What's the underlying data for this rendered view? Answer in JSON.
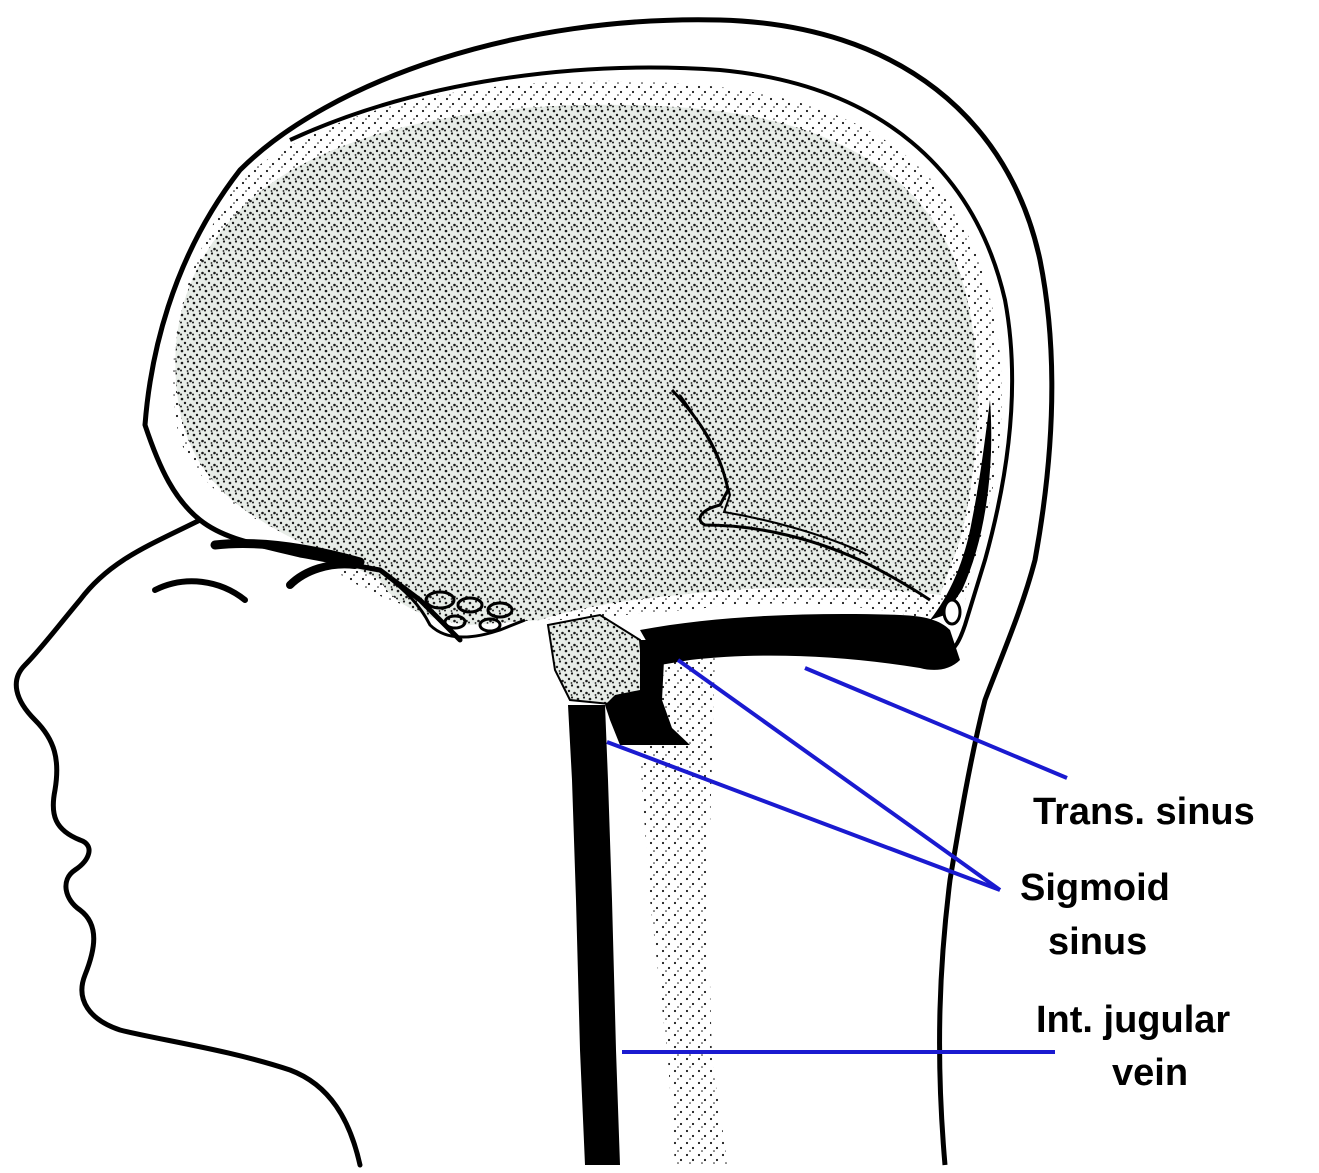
{
  "labels": {
    "trans_sinus": "Trans. sinus",
    "sigmoid_line1": "Sigmoid",
    "sigmoid_line2": "sinus",
    "jugular_line1": "Int. jugular",
    "jugular_line2": "vein"
  },
  "colors": {
    "outline": "#000000",
    "leader_line": "#1a1ad0",
    "stipple_bg": "#e7ece7",
    "stipple_dot": "#1a1a1a",
    "label_text": "#000000"
  }
}
